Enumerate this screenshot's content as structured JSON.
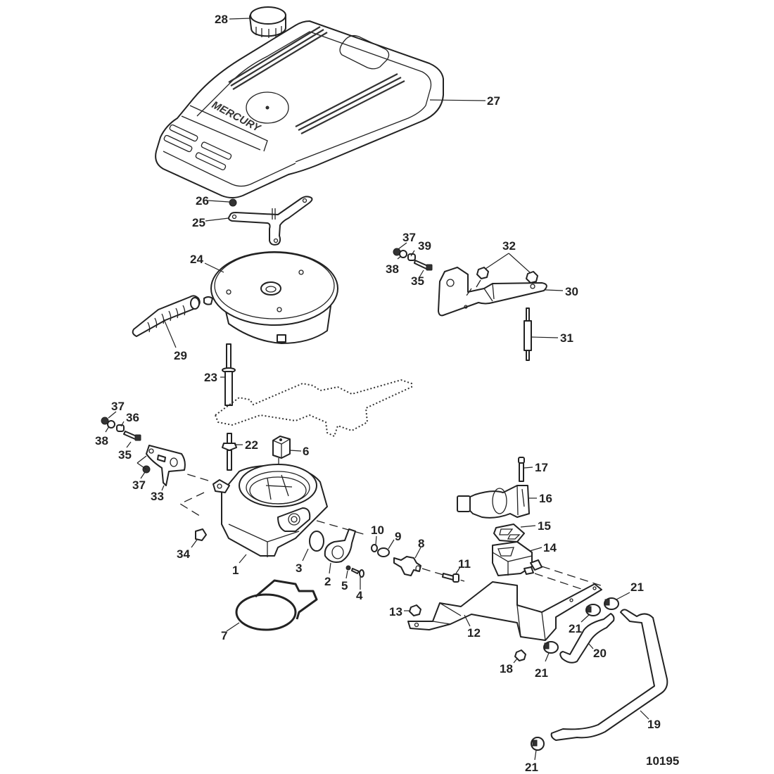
{
  "figure": {
    "type": "exploded-parts-diagram",
    "figure_number": "10195",
    "cover_logo_text": "MERCURY"
  },
  "callouts": [
    {
      "id": "1",
      "part": "throttle-body"
    },
    {
      "id": "2",
      "part": "throttle-position-sensor"
    },
    {
      "id": "3",
      "part": "o-ring"
    },
    {
      "id": "4",
      "part": "screw"
    },
    {
      "id": "5",
      "part": "washer"
    },
    {
      "id": "6",
      "part": "block"
    },
    {
      "id": "7",
      "part": "gasket"
    },
    {
      "id": "8",
      "part": "fitting"
    },
    {
      "id": "9",
      "part": "o-ring"
    },
    {
      "id": "10",
      "part": "o-ring"
    },
    {
      "id": "11",
      "part": "screw"
    },
    {
      "id": "12",
      "part": "bracket"
    },
    {
      "id": "13",
      "part": "nut"
    },
    {
      "id": "14",
      "part": "adapter"
    },
    {
      "id": "15",
      "part": "gasket"
    },
    {
      "id": "16",
      "part": "idle-air-control-valve"
    },
    {
      "id": "17",
      "part": "screw"
    },
    {
      "id": "18",
      "part": "nut"
    },
    {
      "id": "19",
      "part": "hose"
    },
    {
      "id": "20",
      "part": "hose"
    },
    {
      "id": "21",
      "part": "hose-clamp"
    },
    {
      "id": "22",
      "part": "stud"
    },
    {
      "id": "23",
      "part": "stud"
    },
    {
      "id": "24",
      "part": "flame-arrestor"
    },
    {
      "id": "25",
      "part": "bracket"
    },
    {
      "id": "26",
      "part": "nut"
    },
    {
      "id": "27",
      "part": "engine-cover"
    },
    {
      "id": "28",
      "part": "cap"
    },
    {
      "id": "29",
      "part": "vent-hose"
    },
    {
      "id": "30",
      "part": "bracket"
    },
    {
      "id": "31",
      "part": "stud"
    },
    {
      "id": "32",
      "part": "nut"
    },
    {
      "id": "33",
      "part": "bracket"
    },
    {
      "id": "34",
      "part": "nut"
    },
    {
      "id": "35",
      "part": "screw"
    },
    {
      "id": "36",
      "part": "spacer"
    },
    {
      "id": "37",
      "part": "nut"
    },
    {
      "id": "38",
      "part": "washer"
    },
    {
      "id": "39",
      "part": "spacer"
    }
  ],
  "labels": {
    "l1": "1",
    "l2": "2",
    "l3": "3",
    "l4": "4",
    "l5": "5",
    "l6": "6",
    "l7": "7",
    "l8": "8",
    "l9": "9",
    "l10": "10",
    "l11": "11",
    "l12": "12",
    "l13": "13",
    "l14": "14",
    "l15": "15",
    "l16": "16",
    "l17": "17",
    "l18": "18",
    "l19": "19",
    "l20": "20",
    "l21a": "21",
    "l21b": "21",
    "l21c": "21",
    "l21d": "21",
    "l22": "22",
    "l23": "23",
    "l24": "24",
    "l25": "25",
    "l26": "26",
    "l27": "27",
    "l28": "28",
    "l29": "29",
    "l30": "30",
    "l31": "31",
    "l32": "32",
    "l33": "33",
    "l34": "34",
    "l35a": "35",
    "l35b": "35",
    "l36": "36",
    "l37a": "37",
    "l37b": "37",
    "l37c": "37",
    "l38a": "38",
    "l38b": "38",
    "l39": "39"
  }
}
